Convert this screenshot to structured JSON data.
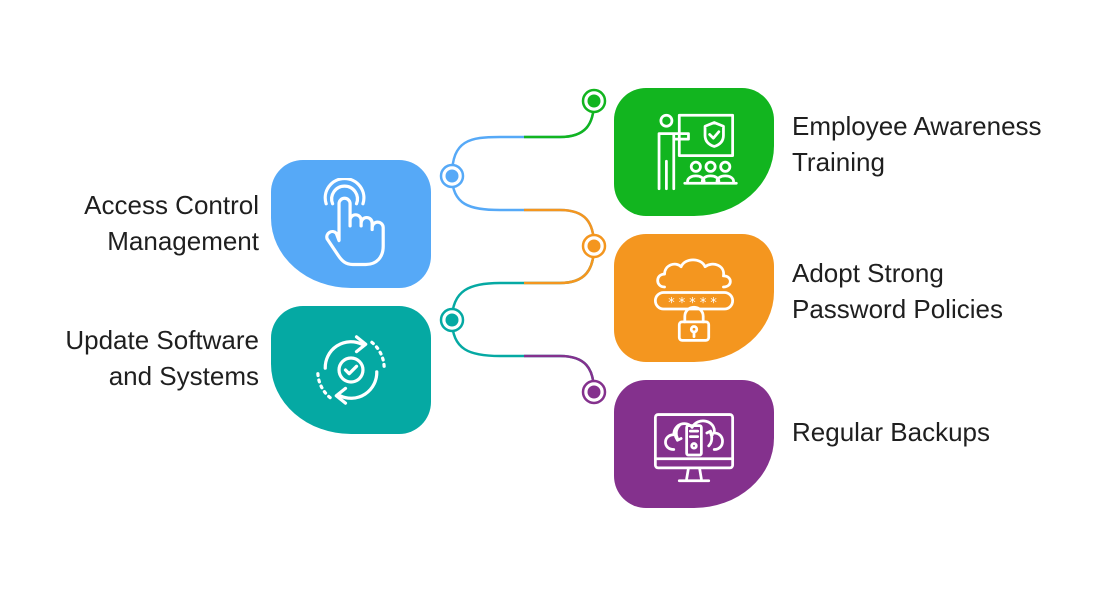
{
  "colors": {
    "blue": "#56a9f7",
    "green": "#12b51f",
    "orange": "#f4961f",
    "teal": "#05a9a3",
    "purple": "#84318d",
    "text": "#1f1f1f"
  },
  "items": {
    "access_control": {
      "line1": "Access Control",
      "line2": "Management",
      "icon": "pointing-hand-icon",
      "color": "#56a9f7"
    },
    "update_software": {
      "line1": "Update Software",
      "line2": "and Systems",
      "icon": "sync-check-icon",
      "color": "#05a9a3"
    },
    "employee_training": {
      "line1": "Employee Awareness",
      "line2": "Training",
      "icon": "presentation-training-icon",
      "color": "#12b51f"
    },
    "password_policies": {
      "line1": "Adopt Strong",
      "line2": "Password Policies",
      "icon": "cloud-password-lock-icon",
      "color": "#f4961f"
    },
    "regular_backups": {
      "line1": "Regular Backups",
      "icon": "cloud-backup-monitor-icon",
      "color": "#84318d"
    }
  }
}
